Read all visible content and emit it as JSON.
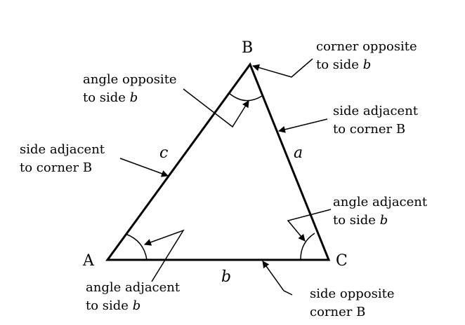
{
  "vertices": {
    "A": "A",
    "B": "B",
    "C": "C"
  },
  "sides": {
    "a": "a",
    "b": "b",
    "c": "c"
  },
  "annotations": {
    "corner_opposite": {
      "line1": "corner opposite",
      "line2_prefix": "to side ",
      "line2_var": "b"
    },
    "angle_opposite": {
      "line1": "angle opposite",
      "line2_prefix": "to side ",
      "line2_var": "b"
    },
    "side_adjacent_right": {
      "line1": "side adjacent",
      "line2": "to corner B"
    },
    "side_adjacent_left": {
      "line1": "side adjacent",
      "line2": "to corner B"
    },
    "angle_adjacent_right": {
      "line1": "angle adjacent",
      "line2_prefix": "to side ",
      "line2_var": "b"
    },
    "angle_adjacent_left": {
      "line1": "angle adjacent",
      "line2_prefix": "to side ",
      "line2_var": "b"
    },
    "side_opposite": {
      "line1": "side opposite",
      "line2": "corner B"
    }
  }
}
